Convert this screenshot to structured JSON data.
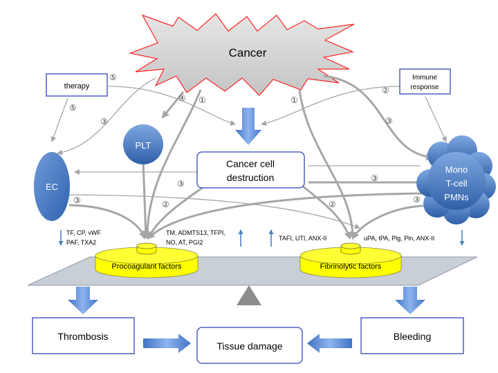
{
  "cancer": "Cancer",
  "therapy": "therapy",
  "immune": [
    "Immune",
    "response"
  ],
  "plt": "PLT",
  "ec": "EC",
  "destruction": [
    "Cancer cell",
    "destruction"
  ],
  "immune_cells": [
    "Mono",
    "T-cell",
    "PMNs"
  ],
  "pathway_numbers": {
    "n1": "①",
    "n2": "②",
    "n3": "③",
    "n4": "④",
    "n5": "⑤"
  },
  "factor_lists": {
    "proco_up": [
      "TF, CP, vWF",
      "PAF, TXA2"
    ],
    "anticoag": [
      "TM, ADMTS13, TFPI,",
      "NO, AT, PGI2"
    ],
    "antifib": "TAFI, UTI, ANX-II",
    "fibrino": "uPA, tPA, Plg, Pln, ANX-II"
  },
  "procoagulant": "Procoagulant factors",
  "fibrinolytic": "Fibrinolytic factors",
  "outcomes": {
    "thrombosis": "Thrombosis",
    "tissue_damage": "Tissue damage",
    "bleeding": "Bleeding"
  },
  "colors": {
    "blue": "#4f81bd",
    "box_border": "#3344bb",
    "cylinder": "#ffff00",
    "platform": "#c8cfd6",
    "star": "#d9d9d9",
    "star_border": "#ff2222",
    "gray_line": "#a6a6a6"
  }
}
